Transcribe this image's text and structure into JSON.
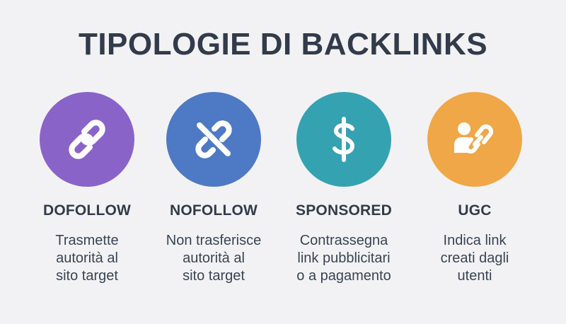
{
  "title": "TIPOLOGIE DI BACKLINKS",
  "items": [
    {
      "label": "DOFOLLOW",
      "icon": "chain-link-icon",
      "color": "#8a63c9",
      "desc": [
        "Trasmette",
        "autorità al",
        "sito target"
      ]
    },
    {
      "label": "NOFOLLOW",
      "icon": "broken-link-icon",
      "color": "#4e79c4",
      "desc": [
        "Non trasferisce",
        "autorità al",
        "sito target"
      ]
    },
    {
      "label": "SPONSORED",
      "icon": "dollar-icon",
      "color": "#35a2b2",
      "desc": [
        "Contrassegna",
        "link pubblicitari",
        "o a pagamento"
      ]
    },
    {
      "label": "UGC",
      "icon": "user-link-icon",
      "color": "#f0a748",
      "desc": [
        "Indica link",
        "creati dagli",
        "utenti"
      ]
    }
  ]
}
